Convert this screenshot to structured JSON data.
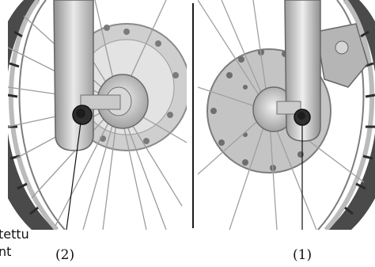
{
  "illustration": {
    "left_panel": {
      "description_icon": "front-wheel-left-side-illustration"
    },
    "right_panel": {
      "description_icon": "front-wheel-right-side-illustration"
    }
  },
  "callouts": {
    "left_label": "(2)",
    "right_label": "(1)"
  },
  "caption_fragments": {
    "line1": "tettu",
    "line2": "nt"
  }
}
